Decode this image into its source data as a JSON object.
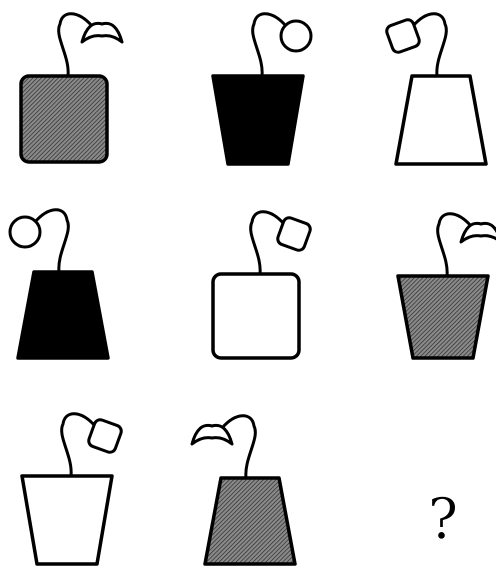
{
  "puzzle": {
    "question_mark": "?",
    "figures": [
      {
        "pot": "square",
        "fill": "hatched",
        "head": "chevron",
        "head_side": "right"
      },
      {
        "pot": "tapered-down",
        "fill": "black",
        "head": "circle",
        "head_side": "right"
      },
      {
        "pot": "tapered-up",
        "fill": "white",
        "head": "rounded-square",
        "head_side": "left"
      },
      {
        "pot": "tapered-up",
        "fill": "black",
        "head": "circle",
        "head_side": "left"
      },
      {
        "pot": "square",
        "fill": "white",
        "head": "rounded-square",
        "head_side": "right"
      },
      {
        "pot": "tapered-down",
        "fill": "hatched",
        "head": "chevron",
        "head_side": "right"
      },
      {
        "pot": "tapered-down",
        "fill": "white",
        "head": "rounded-square",
        "head_side": "right"
      },
      {
        "pot": "tapered-up",
        "fill": "hatched",
        "head": "chevron",
        "head_side": "left"
      }
    ],
    "colors": {
      "ink": "#000000",
      "hatch_bg": "#6e6e6e",
      "background": "#ffffff"
    }
  }
}
